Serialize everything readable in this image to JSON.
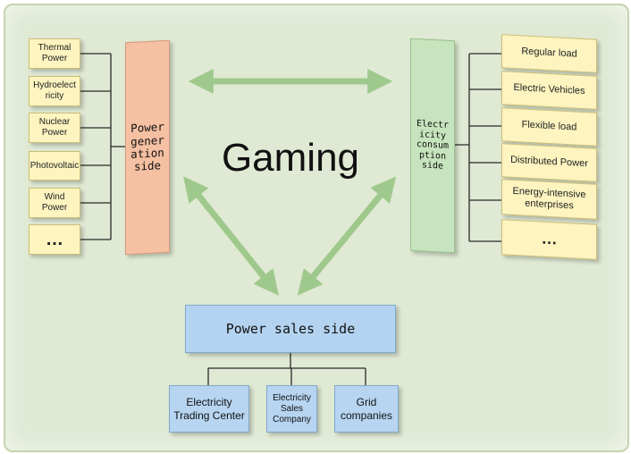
{
  "center_label": "Gaming",
  "generation": {
    "title_lines": "Power\ngener\nation\nside",
    "items": [
      "Thermal Power",
      "Hydroelect ricity",
      "Nuclear Power",
      "Photovoltaic",
      "Wind Power",
      "…"
    ]
  },
  "consumption": {
    "title_lines": "Electr\nicity\nconsum\nption\nside",
    "items": [
      "Regular load",
      "Electric Vehicles",
      "Flexible load",
      "Distributed Power",
      "Energy-intensive enterprises",
      "…"
    ]
  },
  "sales": {
    "title": "Power sales side",
    "items": [
      "Electricity Trading Center",
      "Electricity Sales Company",
      "Grid companies"
    ]
  },
  "colors": {
    "background": "#dfe9d3",
    "item_box": "#fdf4c0",
    "generation_bar": "#f6c0a3",
    "consumption_bar": "#c6e4bd",
    "sales_box": "#b3d3f0",
    "arrow": "#9fc98c"
  }
}
